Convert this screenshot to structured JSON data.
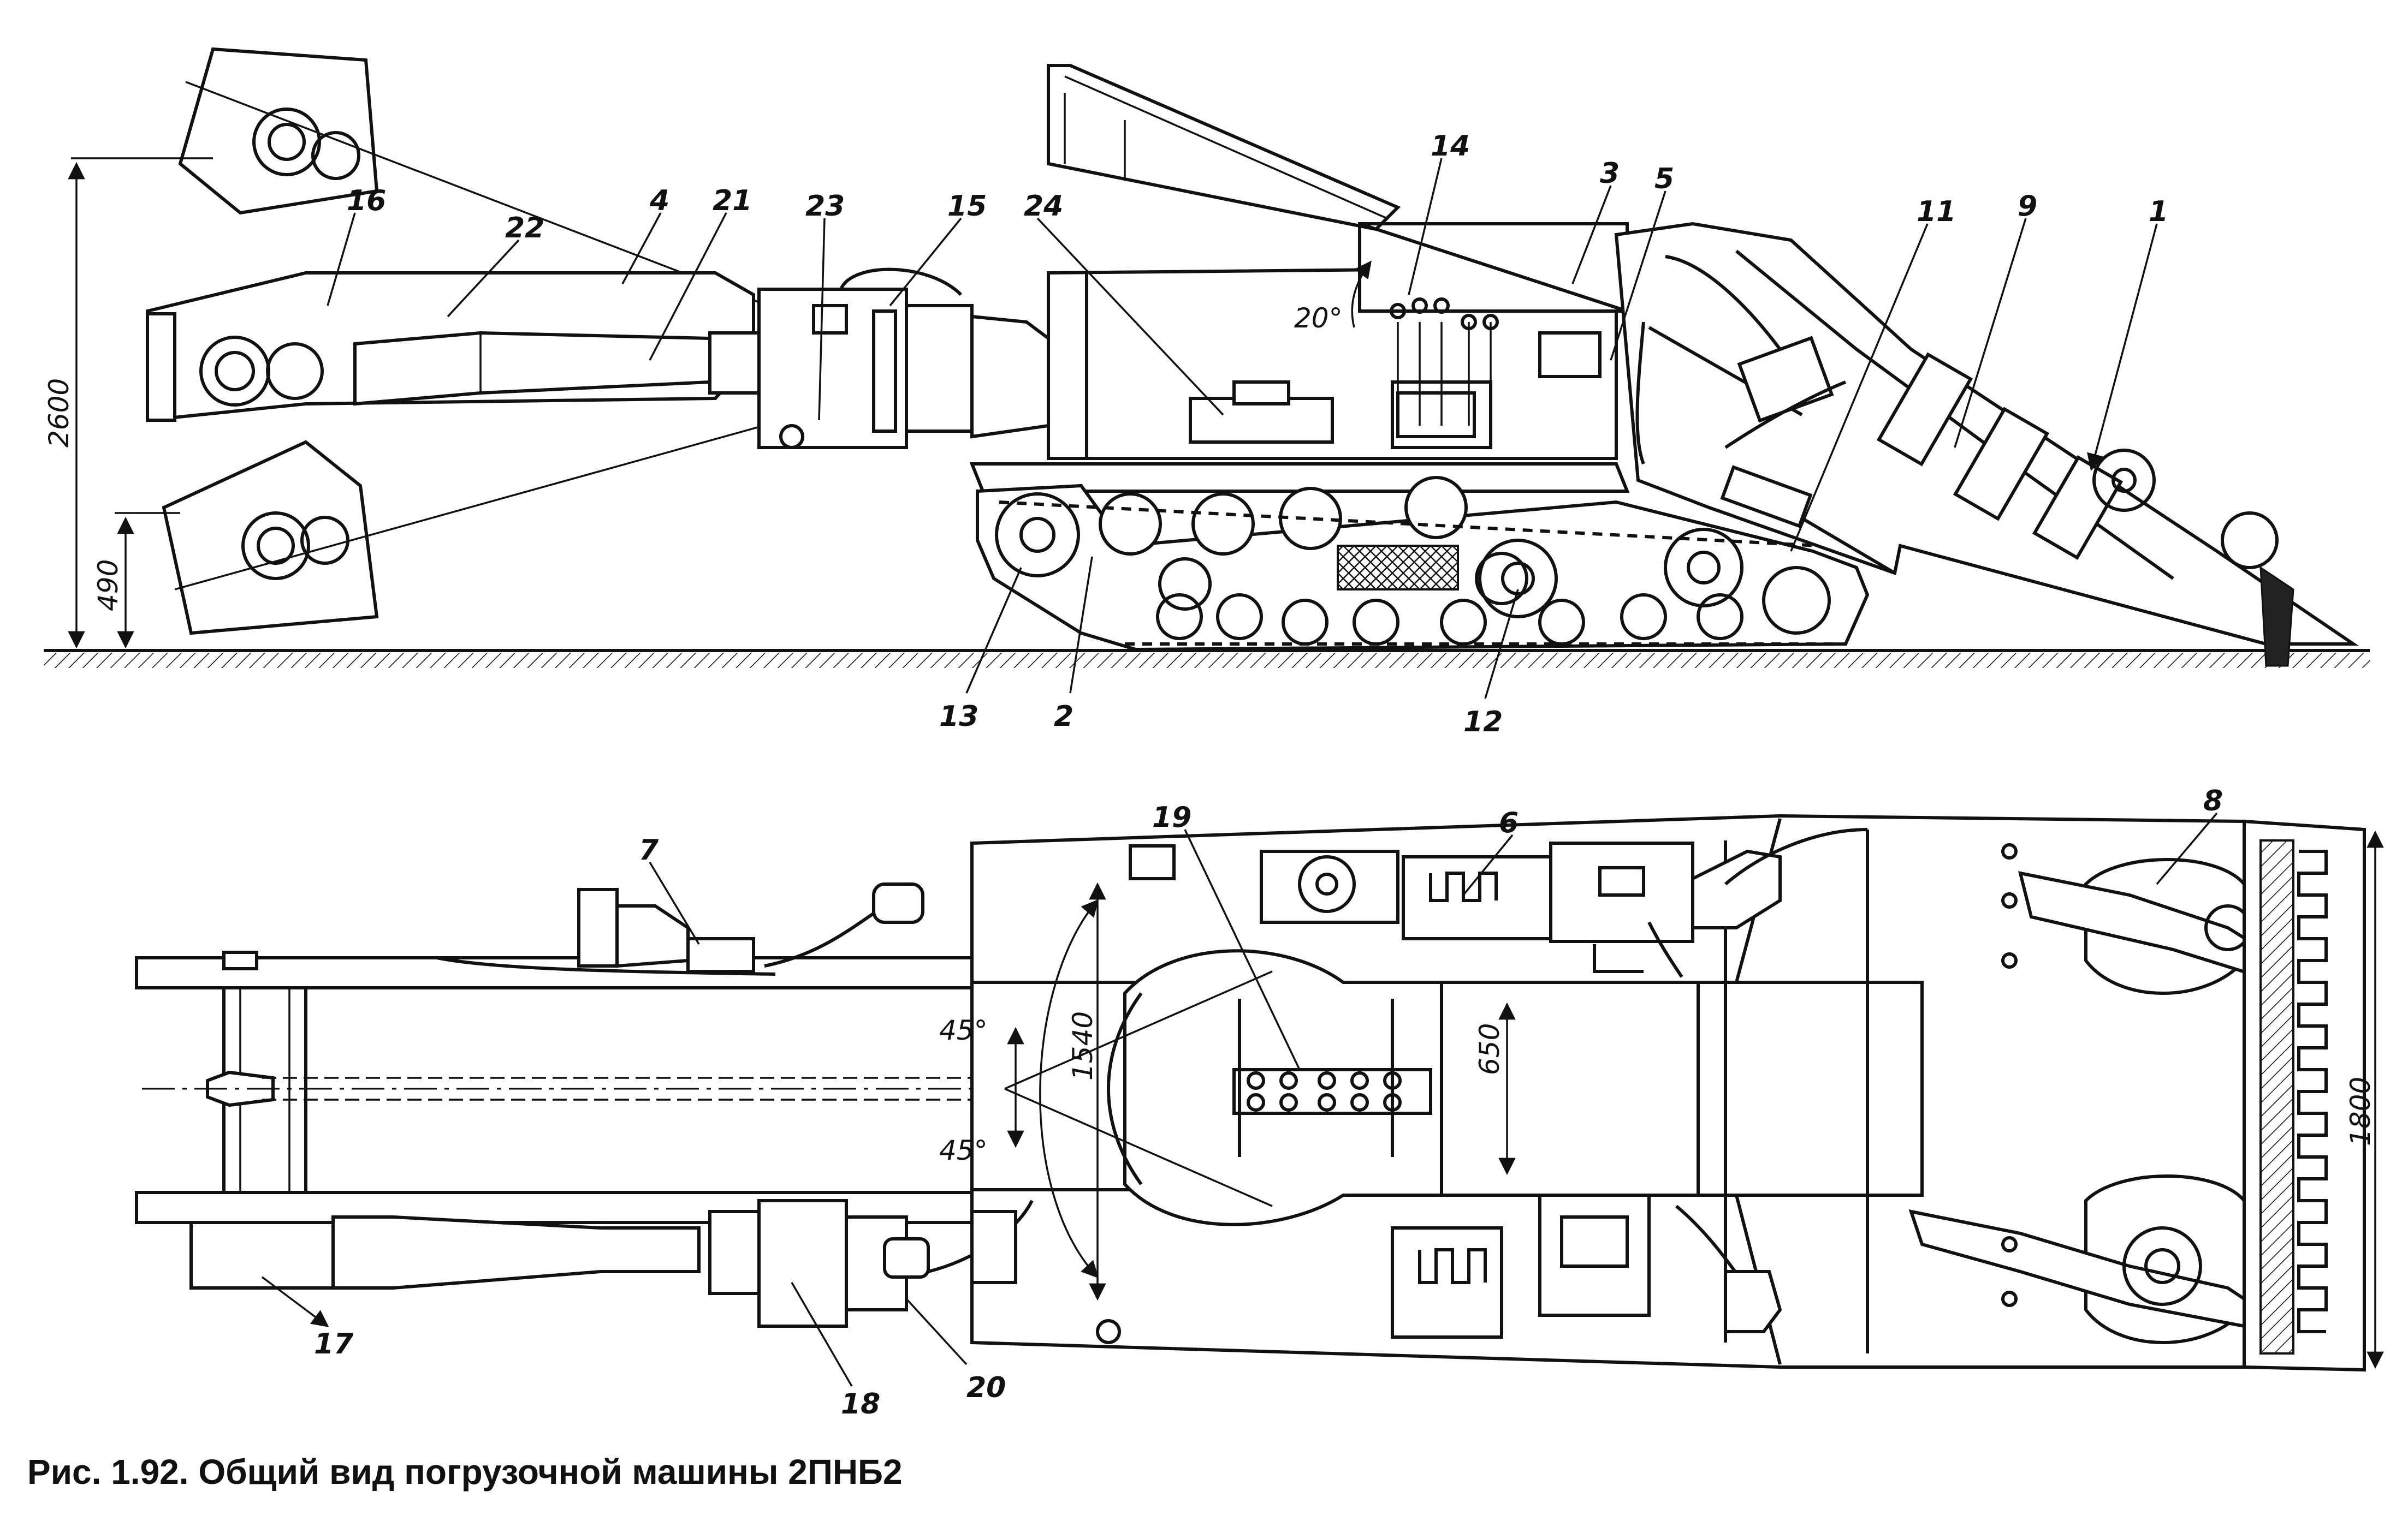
{
  "figure": {
    "caption": "Рис. 1.92. Общий вид погрузочной машины 2ПНБ2"
  },
  "side_view": {
    "dimensions": {
      "height_top": "2600",
      "height_bottom": "490",
      "angle": "20°"
    },
    "callouts": [
      "16",
      "22",
      "4",
      "21",
      "23",
      "15",
      "24",
      "14",
      "3",
      "5",
      "11",
      "9",
      "1",
      "13",
      "2",
      "12"
    ]
  },
  "plan_view": {
    "dimensions": {
      "angle_upper": "45°",
      "angle_lower": "45°",
      "width_1540": "1540",
      "width_650": "650",
      "width_1800": "1800"
    },
    "callouts": [
      "7",
      "19",
      "6",
      "8",
      "17",
      "18",
      "20"
    ]
  }
}
